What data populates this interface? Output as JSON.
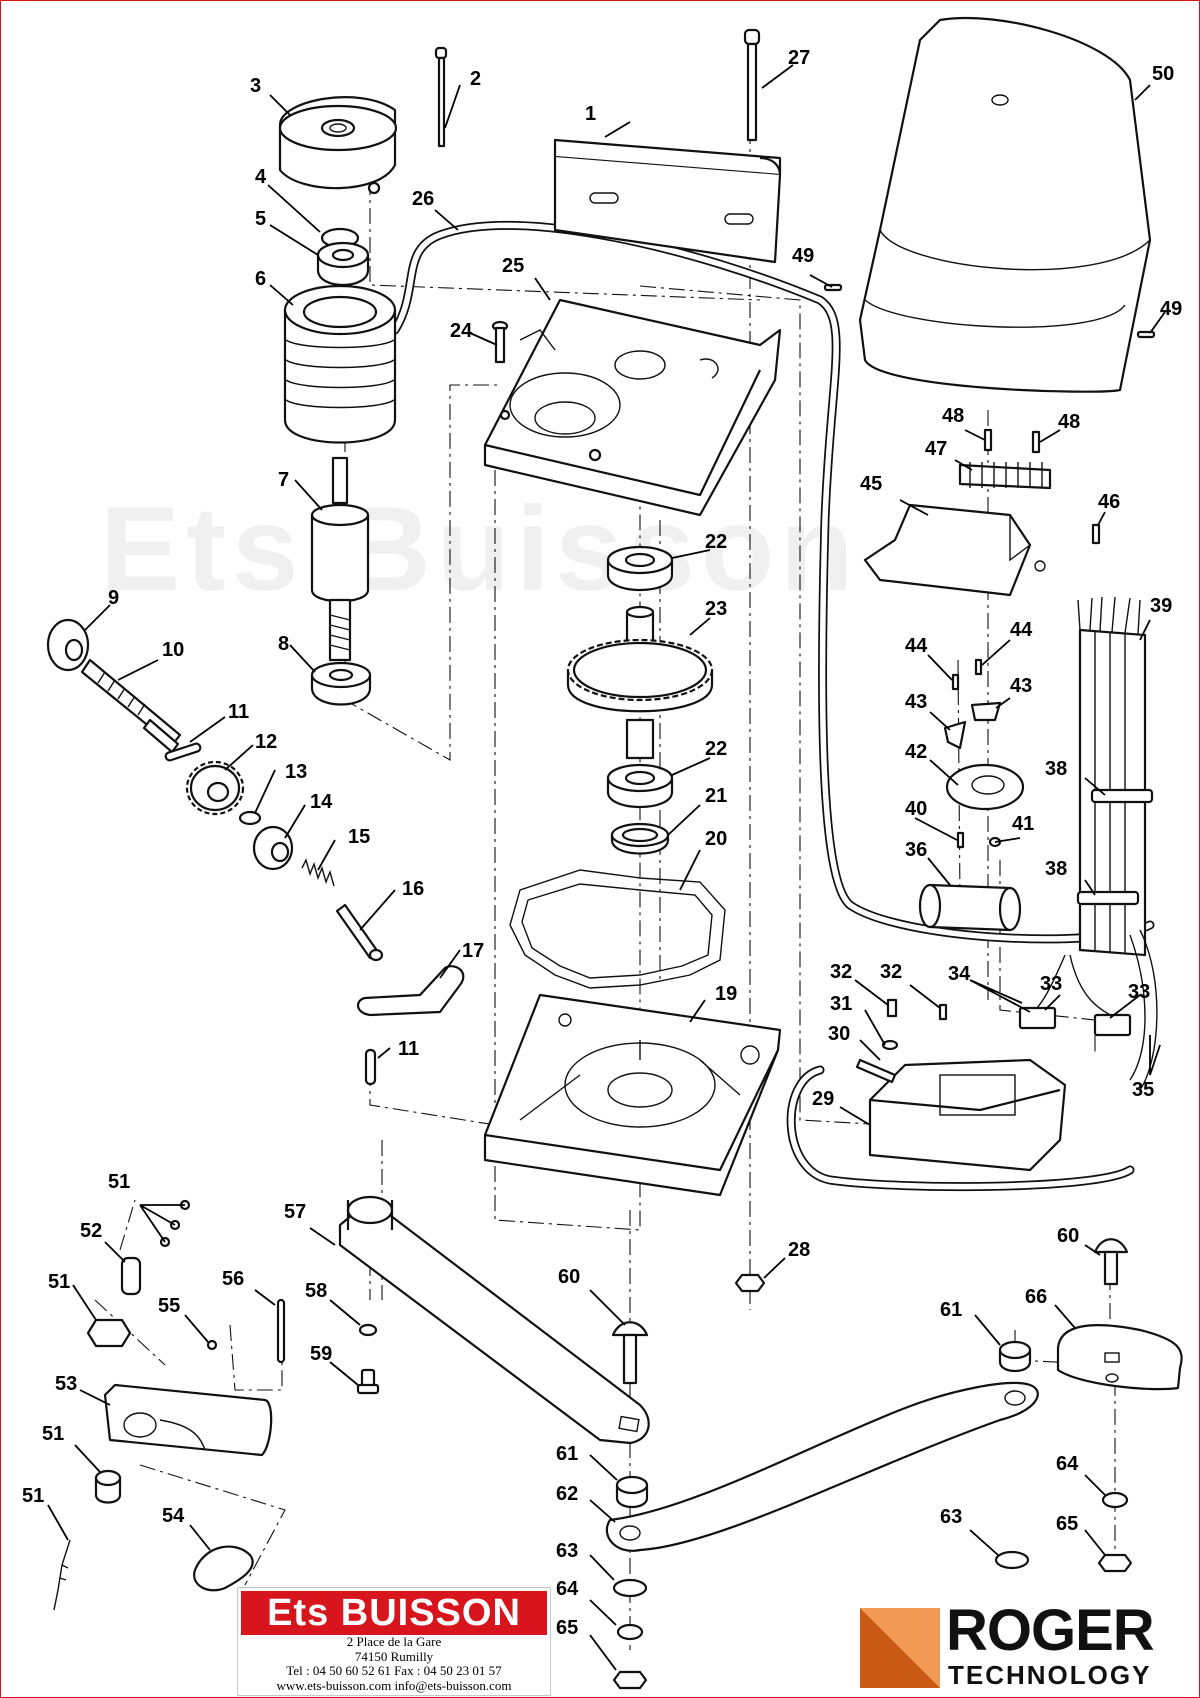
{
  "watermark": "Ets Buisson",
  "callouts": [
    {
      "id": "c1",
      "label": "1"
    },
    {
      "id": "c2",
      "label": "2"
    },
    {
      "id": "c3",
      "label": "3"
    },
    {
      "id": "c4",
      "label": "4"
    },
    {
      "id": "c5",
      "label": "5"
    },
    {
      "id": "c6",
      "label": "6"
    },
    {
      "id": "c7",
      "label": "7"
    },
    {
      "id": "c8",
      "label": "8"
    },
    {
      "id": "c9",
      "label": "9"
    },
    {
      "id": "c10",
      "label": "10"
    },
    {
      "id": "c11a",
      "label": "11"
    },
    {
      "id": "c11b",
      "label": "11"
    },
    {
      "id": "c12",
      "label": "12"
    },
    {
      "id": "c13",
      "label": "13"
    },
    {
      "id": "c14",
      "label": "14"
    },
    {
      "id": "c15",
      "label": "15"
    },
    {
      "id": "c16",
      "label": "16"
    },
    {
      "id": "c17",
      "label": "17"
    },
    {
      "id": "c19",
      "label": "19"
    },
    {
      "id": "c20",
      "label": "20"
    },
    {
      "id": "c21",
      "label": "21"
    },
    {
      "id": "c22a",
      "label": "22"
    },
    {
      "id": "c22b",
      "label": "22"
    },
    {
      "id": "c23",
      "label": "23"
    },
    {
      "id": "c24",
      "label": "24"
    },
    {
      "id": "c25",
      "label": "25"
    },
    {
      "id": "c26",
      "label": "26"
    },
    {
      "id": "c27",
      "label": "27"
    },
    {
      "id": "c28",
      "label": "28"
    },
    {
      "id": "c29",
      "label": "29"
    },
    {
      "id": "c30",
      "label": "30"
    },
    {
      "id": "c31",
      "label": "31"
    },
    {
      "id": "c32a",
      "label": "32"
    },
    {
      "id": "c32b",
      "label": "32"
    },
    {
      "id": "c33a",
      "label": "33"
    },
    {
      "id": "c33b",
      "label": "33"
    },
    {
      "id": "c34",
      "label": "34"
    },
    {
      "id": "c35",
      "label": "35"
    },
    {
      "id": "c36",
      "label": "36"
    },
    {
      "id": "c38a",
      "label": "38"
    },
    {
      "id": "c38b",
      "label": "38"
    },
    {
      "id": "c39",
      "label": "39"
    },
    {
      "id": "c40",
      "label": "40"
    },
    {
      "id": "c41",
      "label": "41"
    },
    {
      "id": "c42",
      "label": "42"
    },
    {
      "id": "c43a",
      "label": "43"
    },
    {
      "id": "c43b",
      "label": "43"
    },
    {
      "id": "c44a",
      "label": "44"
    },
    {
      "id": "c44b",
      "label": "44"
    },
    {
      "id": "c45",
      "label": "45"
    },
    {
      "id": "c46",
      "label": "46"
    },
    {
      "id": "c47",
      "label": "47"
    },
    {
      "id": "c48a",
      "label": "48"
    },
    {
      "id": "c48b",
      "label": "48"
    },
    {
      "id": "c49a",
      "label": "49"
    },
    {
      "id": "c49b",
      "label": "49"
    },
    {
      "id": "c50",
      "label": "50"
    },
    {
      "id": "c51a",
      "label": "51"
    },
    {
      "id": "c51b",
      "label": "51"
    },
    {
      "id": "c51c",
      "label": "51"
    },
    {
      "id": "c51d",
      "label": "51"
    },
    {
      "id": "c52",
      "label": "52"
    },
    {
      "id": "c53",
      "label": "53"
    },
    {
      "id": "c54",
      "label": "54"
    },
    {
      "id": "c55",
      "label": "55"
    },
    {
      "id": "c56",
      "label": "56"
    },
    {
      "id": "c57",
      "label": "57"
    },
    {
      "id": "c58",
      "label": "58"
    },
    {
      "id": "c59",
      "label": "59"
    },
    {
      "id": "c60a",
      "label": "60"
    },
    {
      "id": "c60b",
      "label": "60"
    },
    {
      "id": "c61a",
      "label": "61"
    },
    {
      "id": "c61b",
      "label": "61"
    },
    {
      "id": "c62",
      "label": "62"
    },
    {
      "id": "c63a",
      "label": "63"
    },
    {
      "id": "c63b",
      "label": "63"
    },
    {
      "id": "c64a",
      "label": "64"
    },
    {
      "id": "c64b",
      "label": "64"
    },
    {
      "id": "c65a",
      "label": "65"
    },
    {
      "id": "c65b",
      "label": "65"
    },
    {
      "id": "c66",
      "label": "66"
    }
  ],
  "dealer": {
    "name": "Ets BUISSON",
    "address": "2 Place de la Gare",
    "city": "74150 Rumilly",
    "phone": "Tel : 04 50 60 52 61   Fax : 04 50 23 01 57",
    "web": "www.ets-buisson.com    info@ets-buisson.com",
    "brand_color": "#d8141c"
  },
  "manufacturer": {
    "name": "ROGER",
    "tagline": "TECHNOLOGY",
    "mark_color": "#e8782a"
  }
}
